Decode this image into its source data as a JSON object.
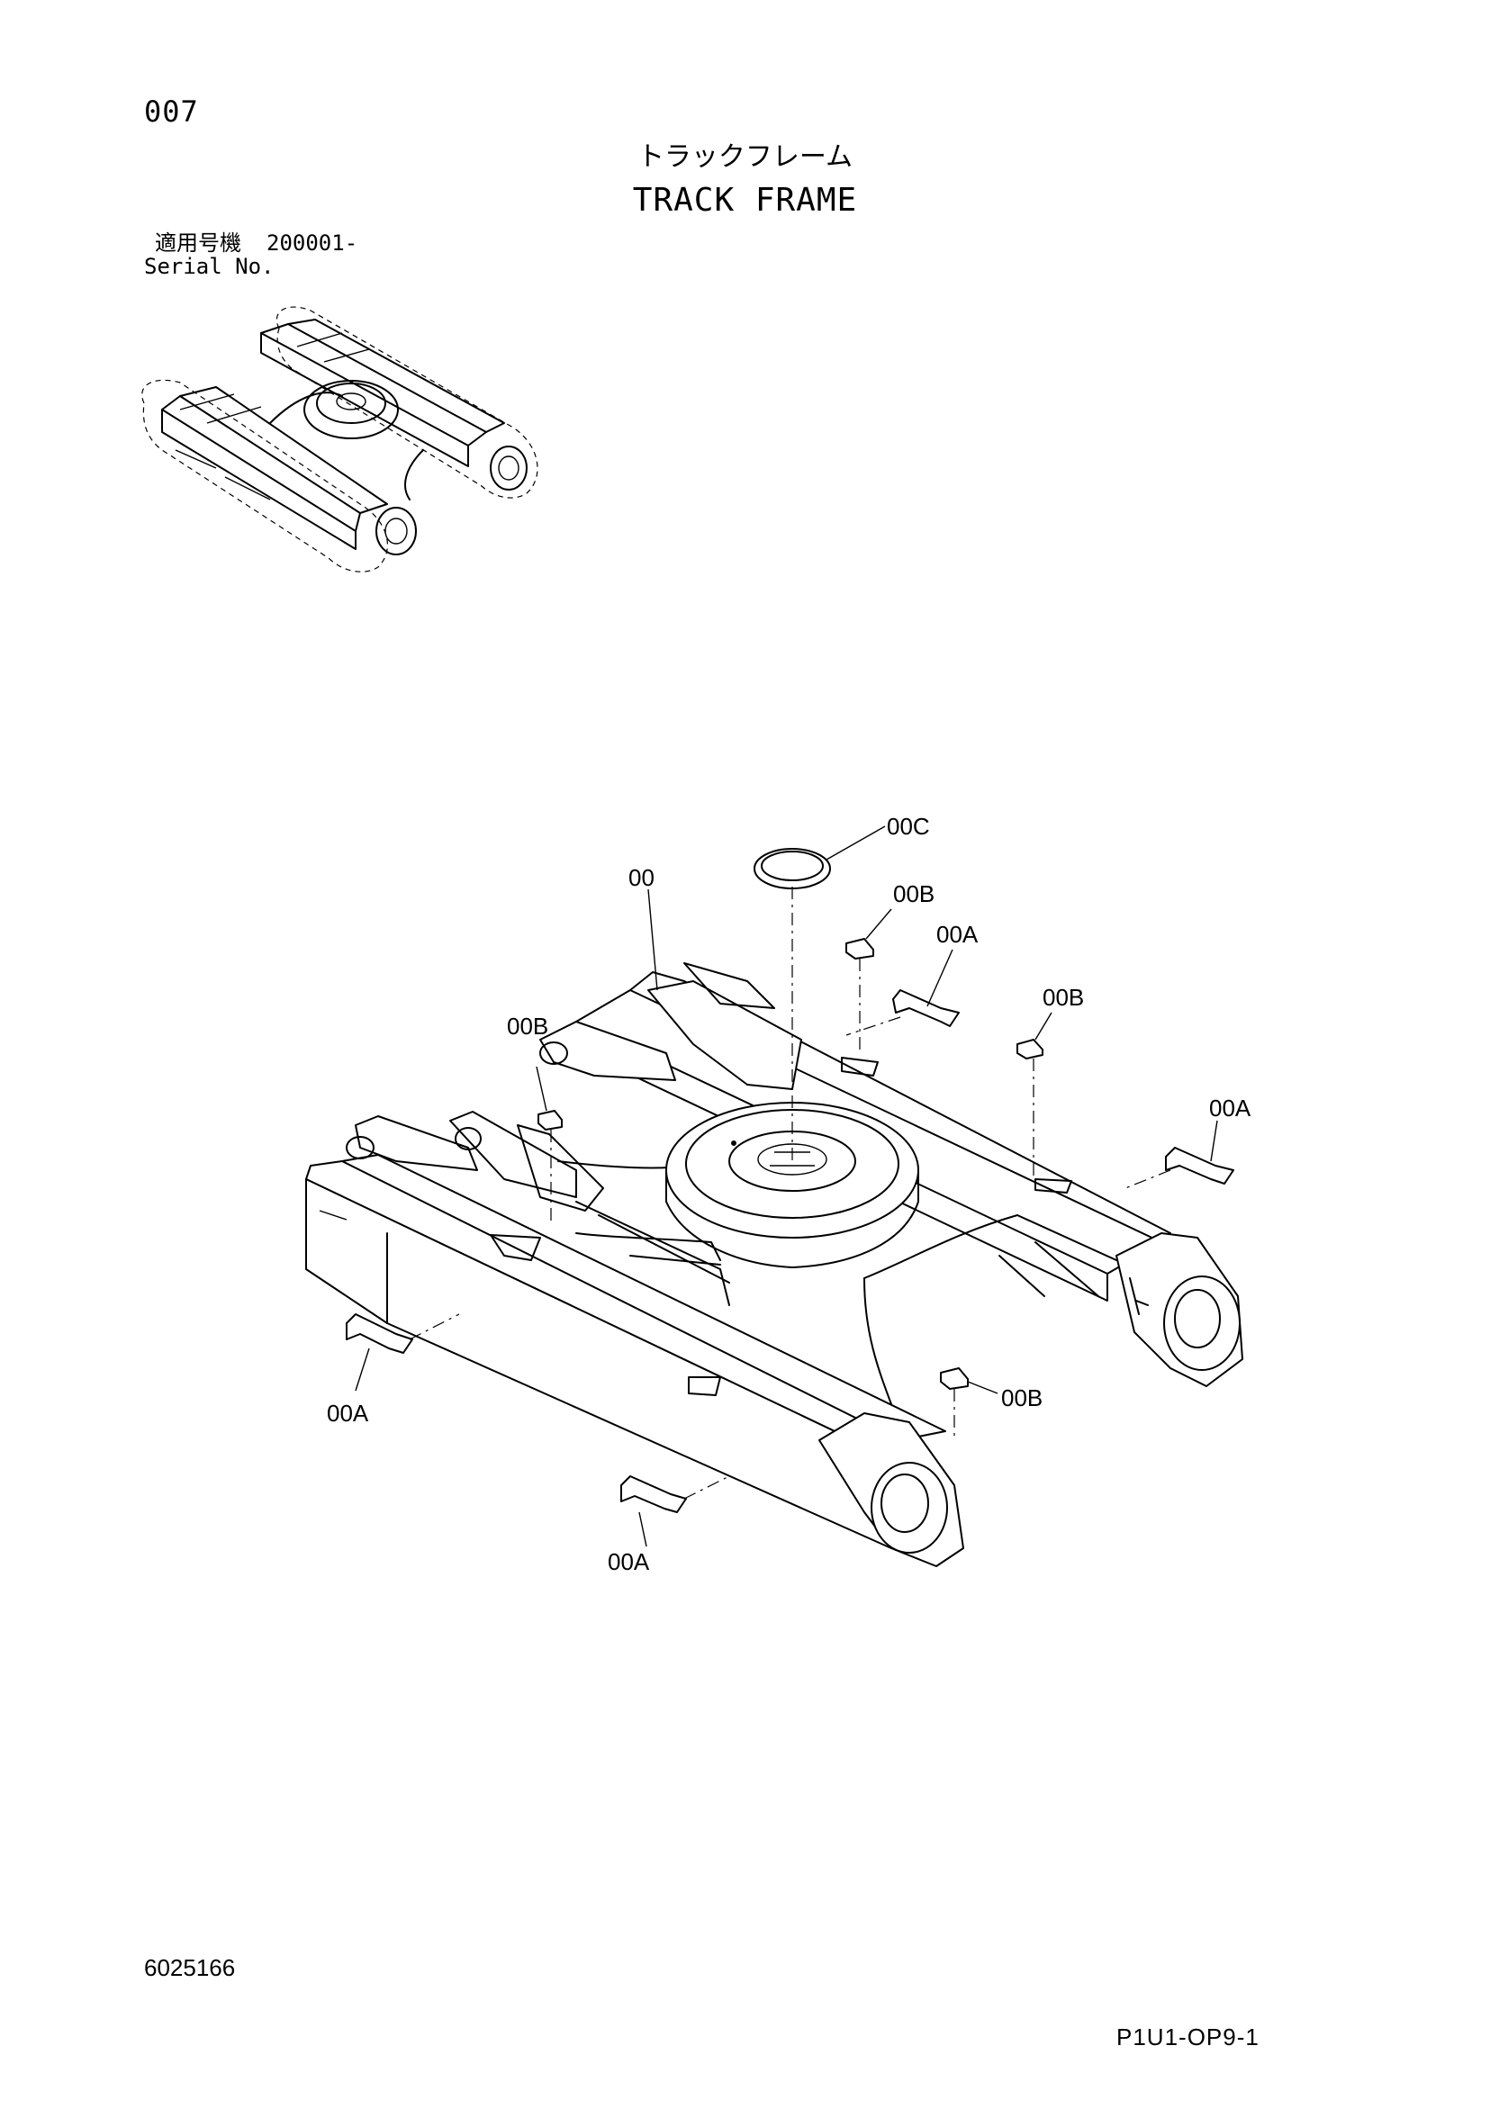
{
  "page": {
    "number": "007",
    "title_jp": "トラックフレーム",
    "title_en": "TRACK FRAME",
    "serial_label_jp": "適用号機",
    "serial_value": "200001-",
    "serial_label_en": "Serial No.",
    "doc_code": "6025166",
    "sheet_code": "P1U1-OP9-1"
  },
  "callouts": [
    {
      "id": "00C",
      "label": "00C"
    },
    {
      "id": "00",
      "label": "00"
    },
    {
      "id": "00B-top",
      "label": "00B"
    },
    {
      "id": "00A-top",
      "label": "00A"
    },
    {
      "id": "00B-right",
      "label": "00B"
    },
    {
      "id": "00B-left",
      "label": "00B"
    },
    {
      "id": "00A-right",
      "label": "00A"
    },
    {
      "id": "00A-left",
      "label": "00A"
    },
    {
      "id": "00B-bottom",
      "label": "00B"
    },
    {
      "id": "00A-bottom",
      "label": "00A"
    }
  ]
}
